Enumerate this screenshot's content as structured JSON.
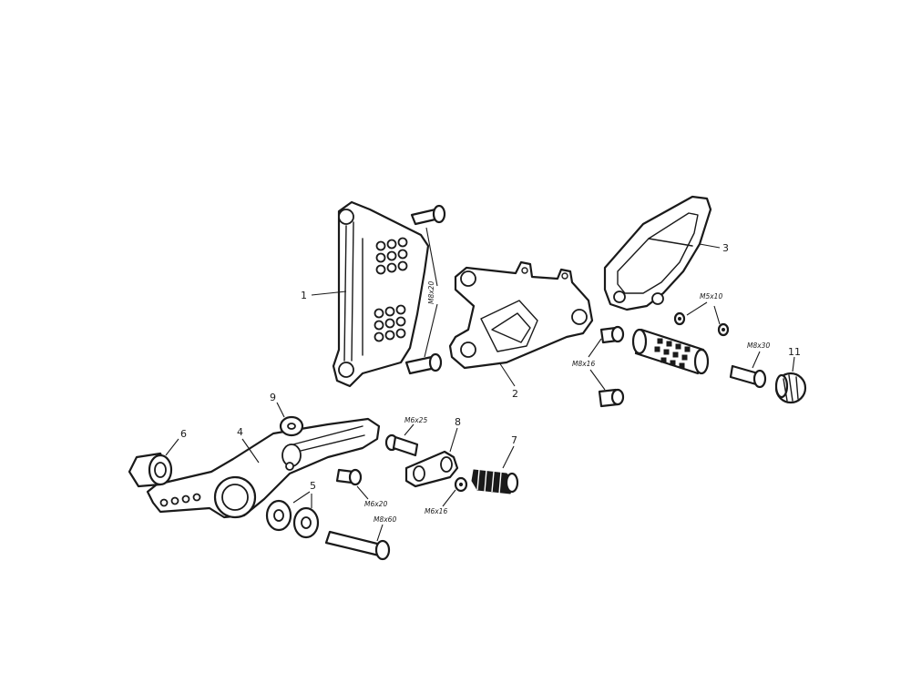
{
  "callouts": {
    "c1": "1",
    "c2": "2",
    "c3": "3",
    "c4": "4",
    "c5": "5",
    "c6": "6",
    "c7": "7",
    "c8": "8",
    "c9": "9",
    "c11": "11"
  },
  "bolt_labels": {
    "m8x20": "M8x20",
    "m5x10": "M5x10",
    "m8x30": "M8x30",
    "m8x16": "M8x16",
    "m6x25": "M6x25",
    "m6x20": "M6x20",
    "m6x16": "M6x16",
    "m8x60": "M8x60"
  },
  "colors": {
    "line": "#1a1a1a",
    "background": "#ffffff"
  }
}
